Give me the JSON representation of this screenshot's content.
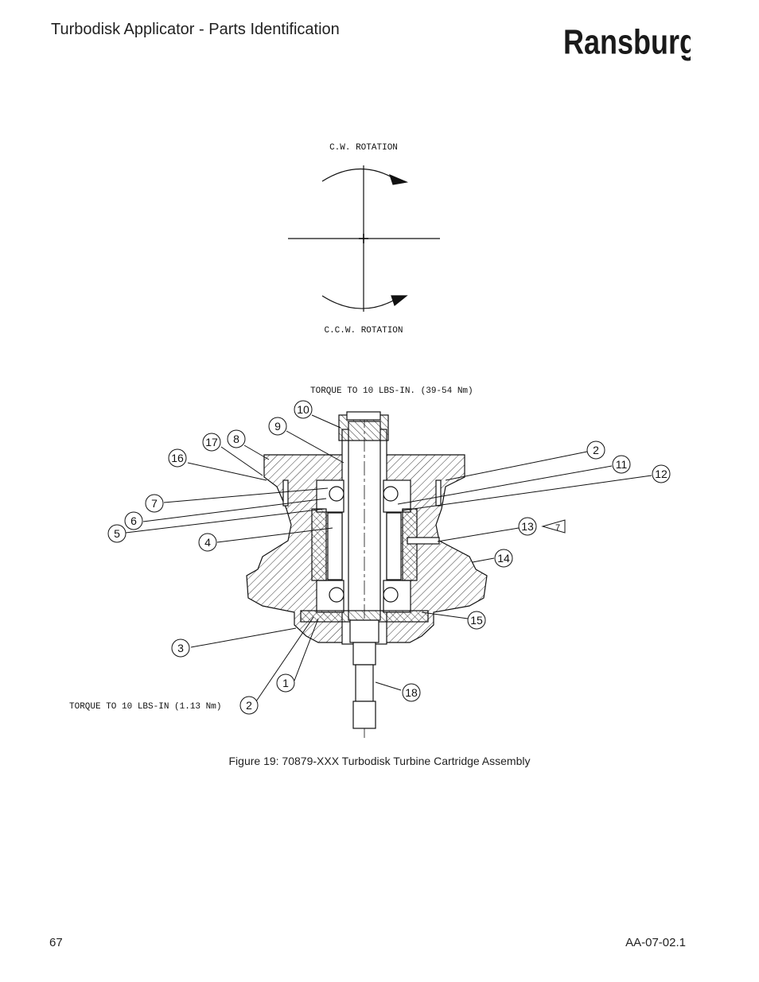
{
  "header": {
    "title": "Turbodisk Applicator - Parts Identification",
    "brand": "Ransburg"
  },
  "figure": {
    "rotation_cw": "C.W. ROTATION",
    "rotation_ccw": "C.C.W. ROTATION",
    "torque_top": "TORQUE TO 10 LBS-IN. (39-54 Nm)",
    "torque_bottom": "TORQUE TO 10 LBS-IN (1.13 Nm)",
    "note_flag": "7",
    "callouts": [
      "10",
      "9",
      "17",
      "8",
      "16",
      "7",
      "6",
      "5",
      "4",
      "2",
      "11",
      "12",
      "13",
      "14",
      "15",
      "3",
      "1",
      "2",
      "18"
    ],
    "caption": "Figure 19:  70879-XXX Turbodisk Turbine Cartridge Assembly"
  },
  "footer": {
    "page_number": "67",
    "doc_code": "AA-07-02.1"
  }
}
